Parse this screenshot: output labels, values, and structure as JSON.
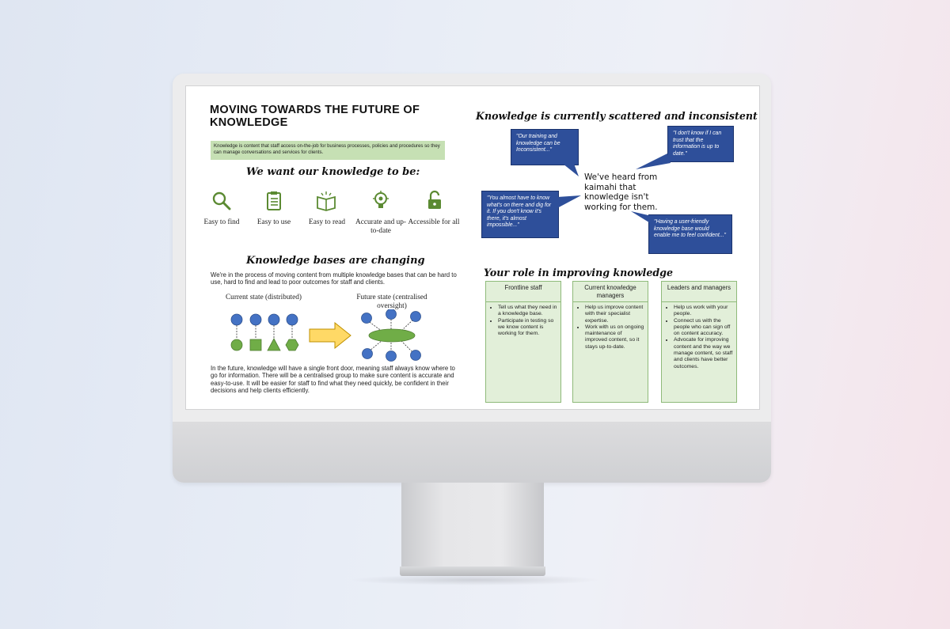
{
  "poster": {
    "title": "MOVING TOWARDS THE FUTURE OF KNOWLEDGE",
    "definition": "Knowledge is content that staff access on-the-job for business processes, policies and procedures so they can manage conversations and services for clients.",
    "want_heading": "We want our knowledge to be:",
    "qualities": [
      {
        "label": "Easy to find",
        "icon": "magnifier-icon"
      },
      {
        "label": "Easy to use",
        "icon": "clipboard-icon"
      },
      {
        "label": "Easy to read",
        "icon": "open-book-icon"
      },
      {
        "label": "Accurate and up-to-date",
        "icon": "lightbulb-gear-icon"
      },
      {
        "label": "Accessible for all",
        "icon": "unlocked-padlock-icon"
      }
    ],
    "changing_heading": "Knowledge bases are changing",
    "changing_text": "We're in the process of moving content from multiple knowledge bases that can be hard to use, hard to find and lead to poor outcomes for staff and clients.",
    "current_state": "Current state (distributed)",
    "future_state": "Future state (centralised oversight)",
    "future_text": "In the future, knowledge will have a single front door, meaning staff always know where to go for information. There will be a centralised group to make sure content is accurate and easy-to-use. It will be easier for staff to find what they need quickly, be confident in their decisions and help clients efficiently.",
    "scattered_heading": "Knowledge is currently scattered and inconsistent",
    "heard_text": "We've heard from kaimahi that knowledge isn't working for them.",
    "quotes": [
      "\"Our training and knowledge can be Inconsistent...\"",
      "\"I don't know if I can trust that the information is up to date.\"",
      "\"You almost have to know what's on there and dig for it. If you don't know it's there, it's almost impossible...\"",
      "\"Having a user-friendly knowledge base would enable me to feel confident...\""
    ],
    "role_heading": "Your role in improving knowledge",
    "roles": [
      {
        "title": "Frontline staff",
        "items": [
          "Tell us what they need in a knowledge base.",
          "Participate in testing so we know content is working for them."
        ]
      },
      {
        "title": "Current knowledge managers",
        "items": [
          "Help us improve content with their specialist expertise.",
          "Work with us on ongoing maintenance of improved content, so it stays up-to-date."
        ]
      },
      {
        "title": "Leaders and managers",
        "items": [
          "Help us work with your people.",
          "Connect us with the people who can sign off on content accuracy.",
          "Advocate for improving content and the way we manage content, so staff and clients have better outcomes."
        ]
      }
    ]
  },
  "colors": {
    "accent_green": "#5b8a32",
    "bubble_blue": "#2e4f9a",
    "node_blue": "#4472c4",
    "node_green": "#70ad47",
    "arrow_yellow": "#ffd966"
  }
}
